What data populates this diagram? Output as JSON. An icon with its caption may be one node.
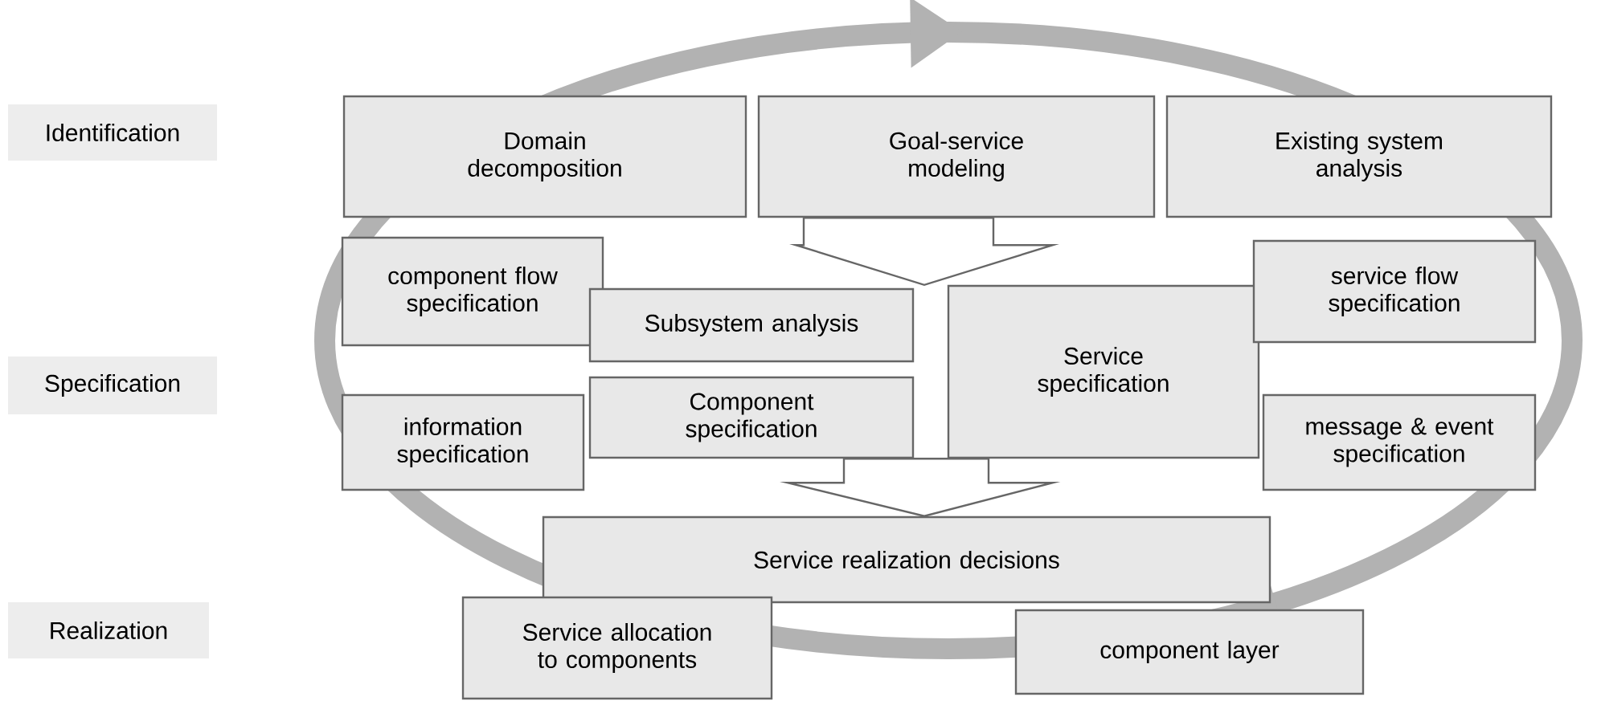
{
  "diagram": {
    "nodes": [
      {
        "text": [
          "Identification"
        ]
      },
      {
        "text": [
          "Specification"
        ]
      },
      {
        "text": [
          "Realization"
        ]
      },
      {
        "text": [
          "Domain decomposition"
        ]
      },
      {
        "text": [
          "Goal-service modeling"
        ]
      },
      {
        "text": [
          "Existing system analysis"
        ]
      },
      {
        "text": [
          "component flow specification"
        ]
      },
      {
        "text": [
          "Subsystem analysis"
        ]
      },
      {
        "text": [
          "Service specification"
        ]
      },
      {
        "text": [
          "service flow specification"
        ]
      },
      {
        "text": [
          "information specification"
        ]
      },
      {
        "text": [
          "Component specification"
        ]
      },
      {
        "text": [
          "message & event specification"
        ]
      },
      {
        "text": [
          "Service realization decisions"
        ]
      },
      {
        "text": [
          "Service allocation to components"
        ]
      },
      {
        "text": [
          "component layer"
        ]
      }
    ],
    "edges": [
      {
        "from": 4,
        "to": 8,
        "arrow": "to"
      },
      {
        "from": 11,
        "to": 13,
        "arrow": "to"
      }
    ]
  }
}
